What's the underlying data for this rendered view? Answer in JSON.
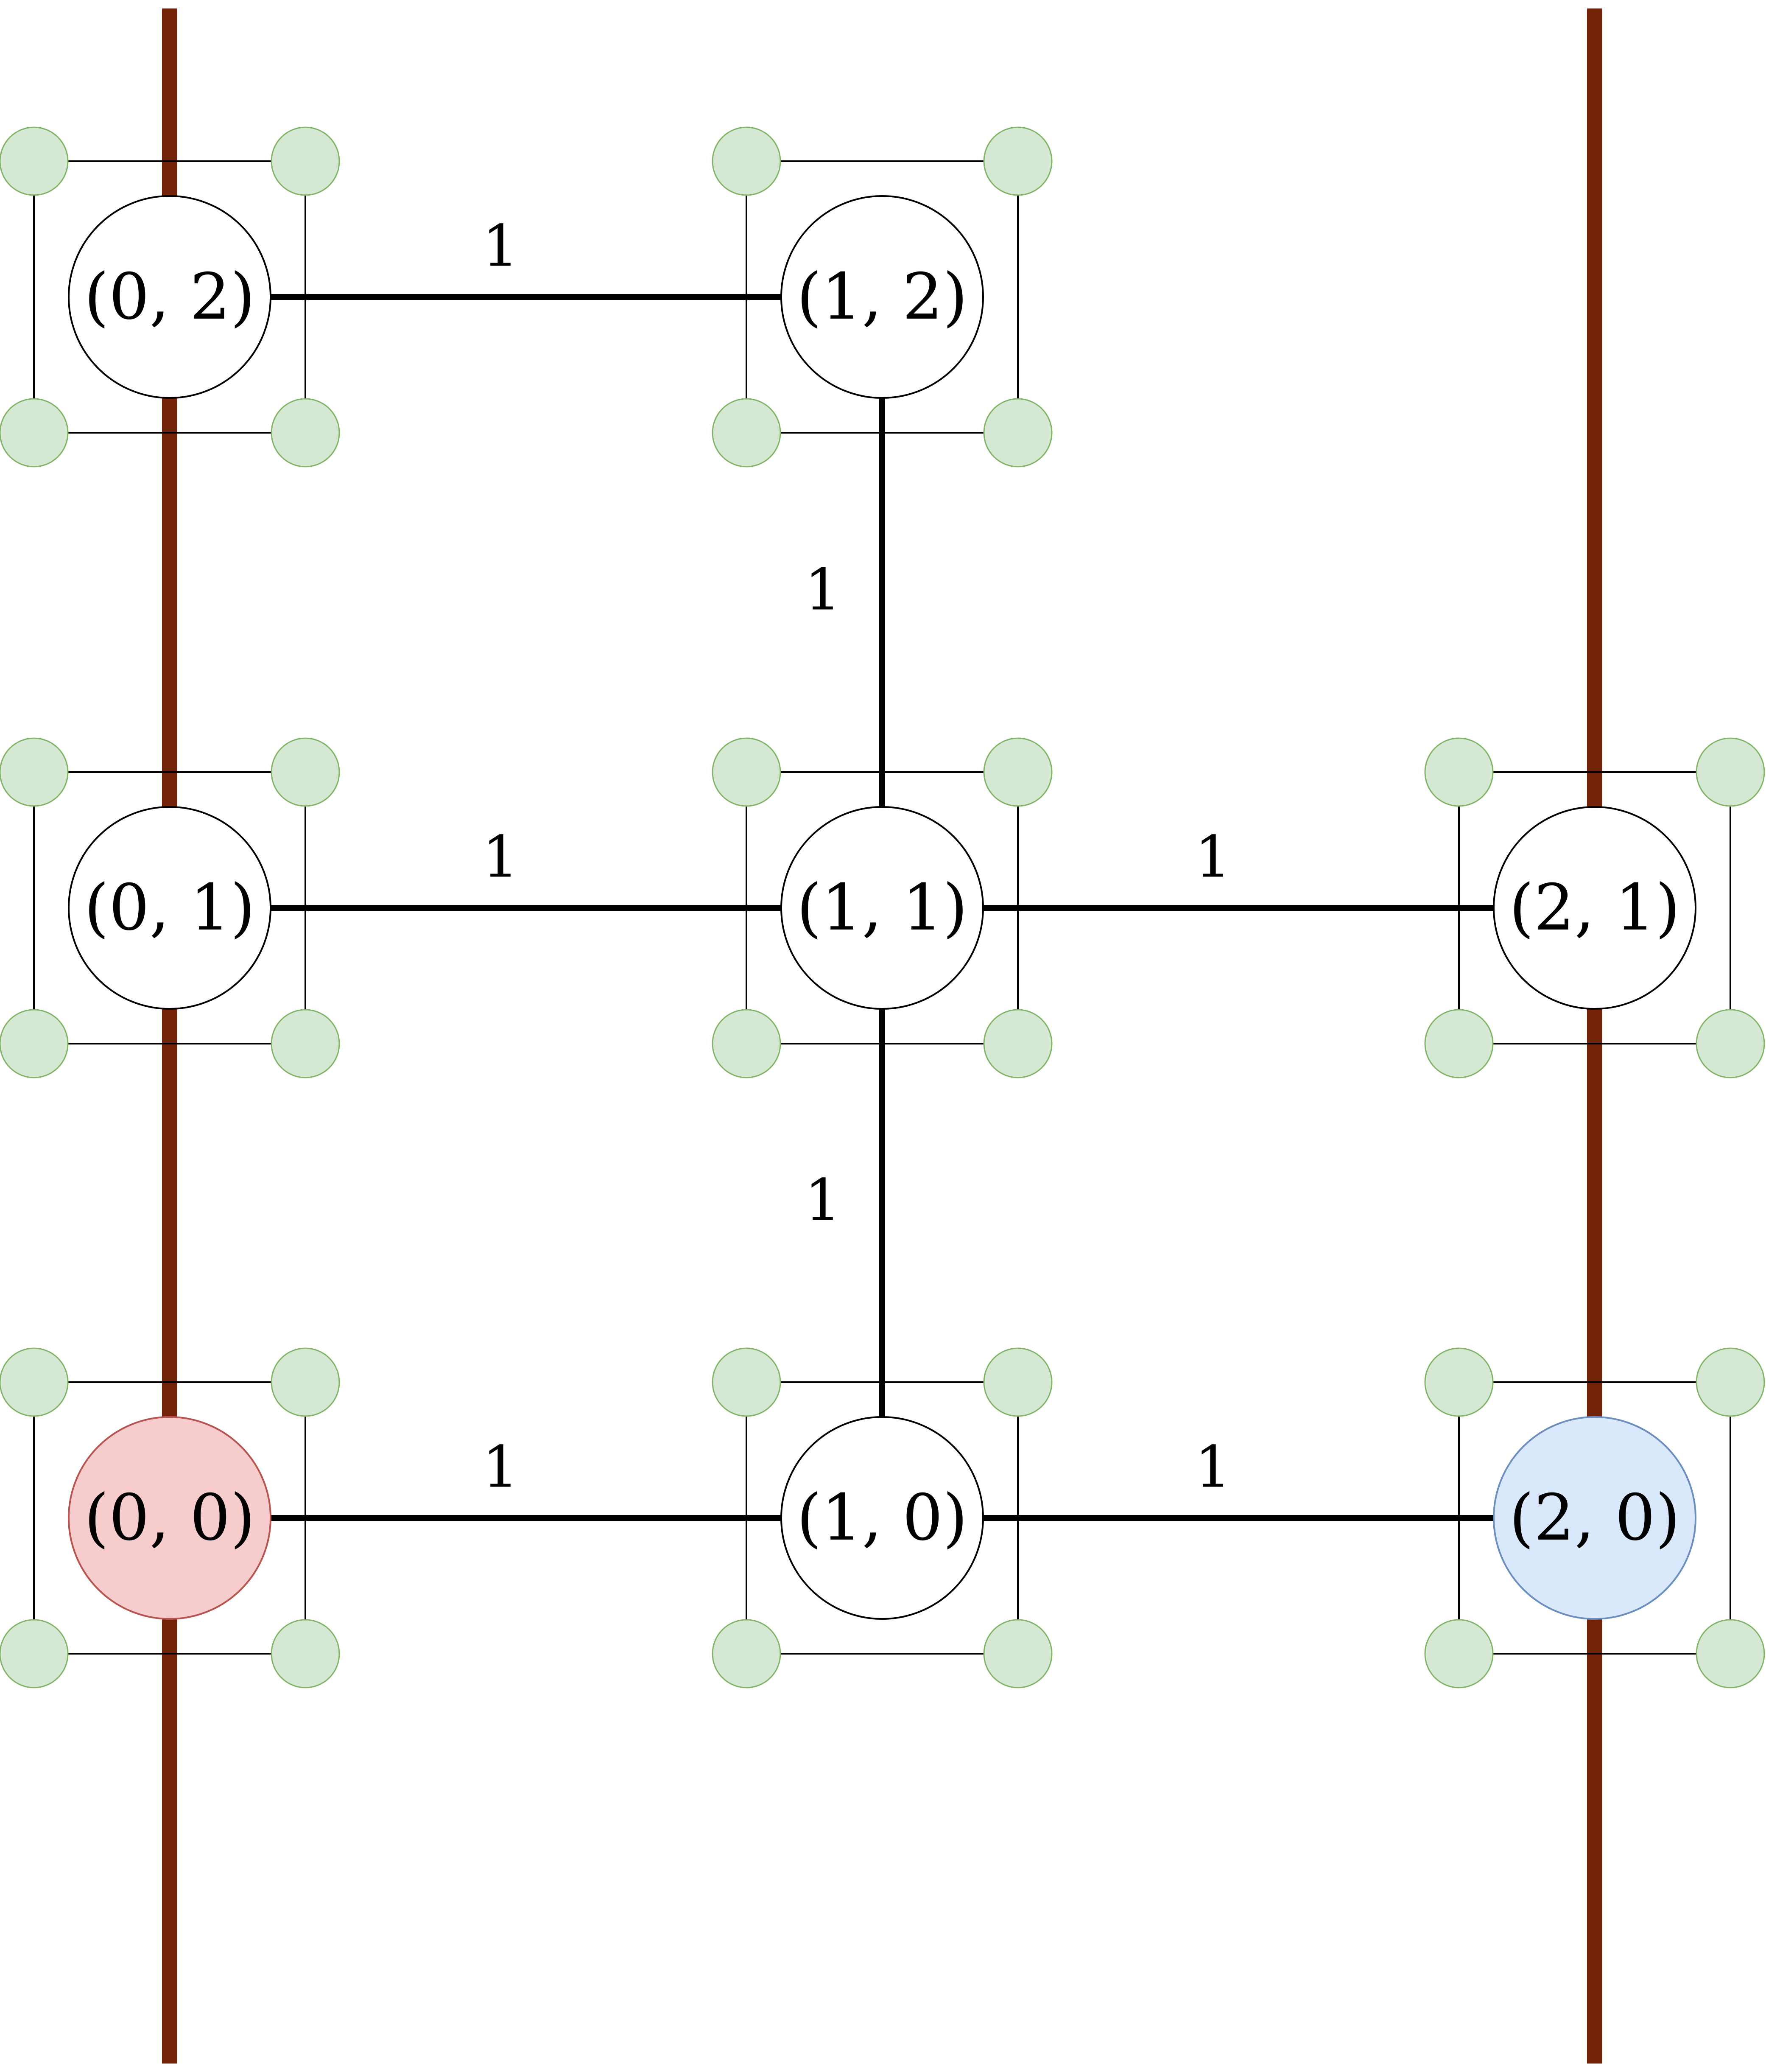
{
  "colors": {
    "background": "#ffffff",
    "rail": "#732208",
    "edge": "#000000",
    "node_default_fill": "#ffffff",
    "node_default_stroke": "#000000",
    "node_start_fill": "#f7cccc",
    "node_start_stroke": "#b85450",
    "node_goal_fill": "#dae8fc",
    "node_goal_stroke": "#6c8ebf",
    "corner_fill": "#d5e8d4",
    "corner_stroke": "#82b366",
    "frame_stroke": "#000000"
  },
  "nodes": [
    {
      "id": "n02",
      "col": 0,
      "row": 2,
      "label": "(0, 2)",
      "style": "default"
    },
    {
      "id": "n12",
      "col": 1,
      "row": 2,
      "label": "(1, 2)",
      "style": "default"
    },
    {
      "id": "n01",
      "col": 0,
      "row": 1,
      "label": "(0, 1)",
      "style": "default"
    },
    {
      "id": "n11",
      "col": 1,
      "row": 1,
      "label": "(1, 1)",
      "style": "default"
    },
    {
      "id": "n21",
      "col": 2,
      "row": 1,
      "label": "(2, 1)",
      "style": "default"
    },
    {
      "id": "n00",
      "col": 0,
      "row": 0,
      "label": "(0, 0)",
      "style": "start"
    },
    {
      "id": "n10",
      "col": 1,
      "row": 0,
      "label": "(1, 0)",
      "style": "default"
    },
    {
      "id": "n20",
      "col": 2,
      "row": 0,
      "label": "(2, 0)",
      "style": "goal"
    }
  ],
  "edges": [
    {
      "from": "n02",
      "to": "n12",
      "weight": "1"
    },
    {
      "from": "n12",
      "to": "n11",
      "weight": "1"
    },
    {
      "from": "n01",
      "to": "n11",
      "weight": "1"
    },
    {
      "from": "n11",
      "to": "n21",
      "weight": "1"
    },
    {
      "from": "n11",
      "to": "n10",
      "weight": "1"
    },
    {
      "from": "n00",
      "to": "n10",
      "weight": "1"
    },
    {
      "from": "n10",
      "to": "n20",
      "weight": "1"
    }
  ],
  "rails": [
    {
      "id": "rail-left",
      "col": 0
    },
    {
      "id": "rail-right",
      "col": 2
    }
  ]
}
